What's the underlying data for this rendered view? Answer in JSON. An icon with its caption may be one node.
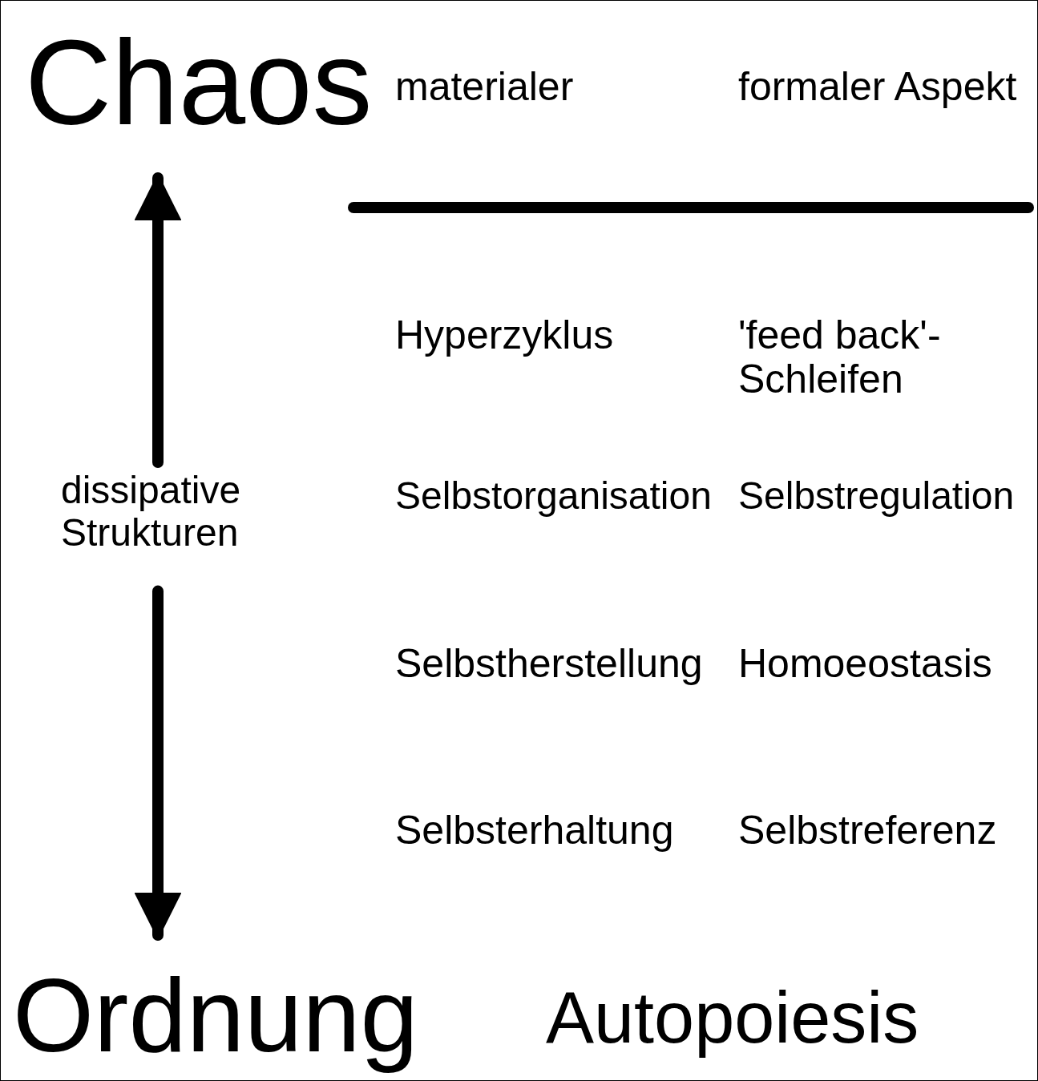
{
  "diagram": {
    "nodes": [
      {
        "text": [
          "Chaos"
        ]
      },
      {
        "text": [
          "dissipative Strukturen"
        ]
      },
      {
        "text": [
          "Ordnung"
        ]
      }
    ],
    "edges": [
      {
        "from": 1,
        "to": 0,
        "arrow": "to"
      },
      {
        "from": 1,
        "to": 2,
        "arrow": "to"
      }
    ],
    "labels": [
      "materialer",
      "formaler Aspekt",
      "Hyperzyklus",
      "'feed back'-Schleifen",
      "Selbstorganisation",
      "Selbstregulation",
      "Selbstherstellung",
      "Homoeostasis",
      "Selbsterhaltung",
      "Selbstreferenz",
      "Autopoiesis"
    ]
  }
}
